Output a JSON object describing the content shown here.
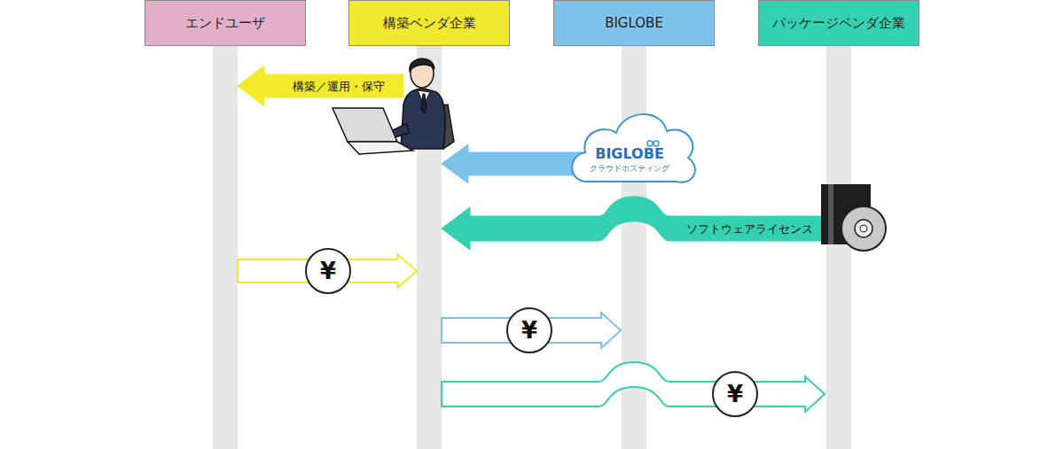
{
  "diagram": {
    "nodes": [
      {
        "text": [
          "エンドユーザ"
        ]
      },
      {
        "text": [
          "構築ベンダ企業"
        ]
      },
      {
        "text": [
          "BIGLOBE"
        ]
      },
      {
        "text": [
          "パッケージベンダ企業"
        ]
      }
    ],
    "edges": [
      {
        "from": 1,
        "to": 0,
        "arrow": "to",
        "label": "構築／運用・保守"
      },
      {
        "from": 2,
        "to": 1,
        "arrow": "to"
      },
      {
        "from": 3,
        "to": 1,
        "arrow": "to",
        "label": "ソフトウェアライセンス"
      },
      {
        "from": 0,
        "to": 1,
        "arrow": "to",
        "label": "¥"
      },
      {
        "from": 1,
        "to": 2,
        "arrow": "to",
        "label": "¥"
      },
      {
        "from": 1,
        "to": 3,
        "arrow": "to",
        "label": "¥"
      }
    ],
    "labels": [
      "BIGLOBE",
      "クラウドホスティング"
    ]
  }
}
